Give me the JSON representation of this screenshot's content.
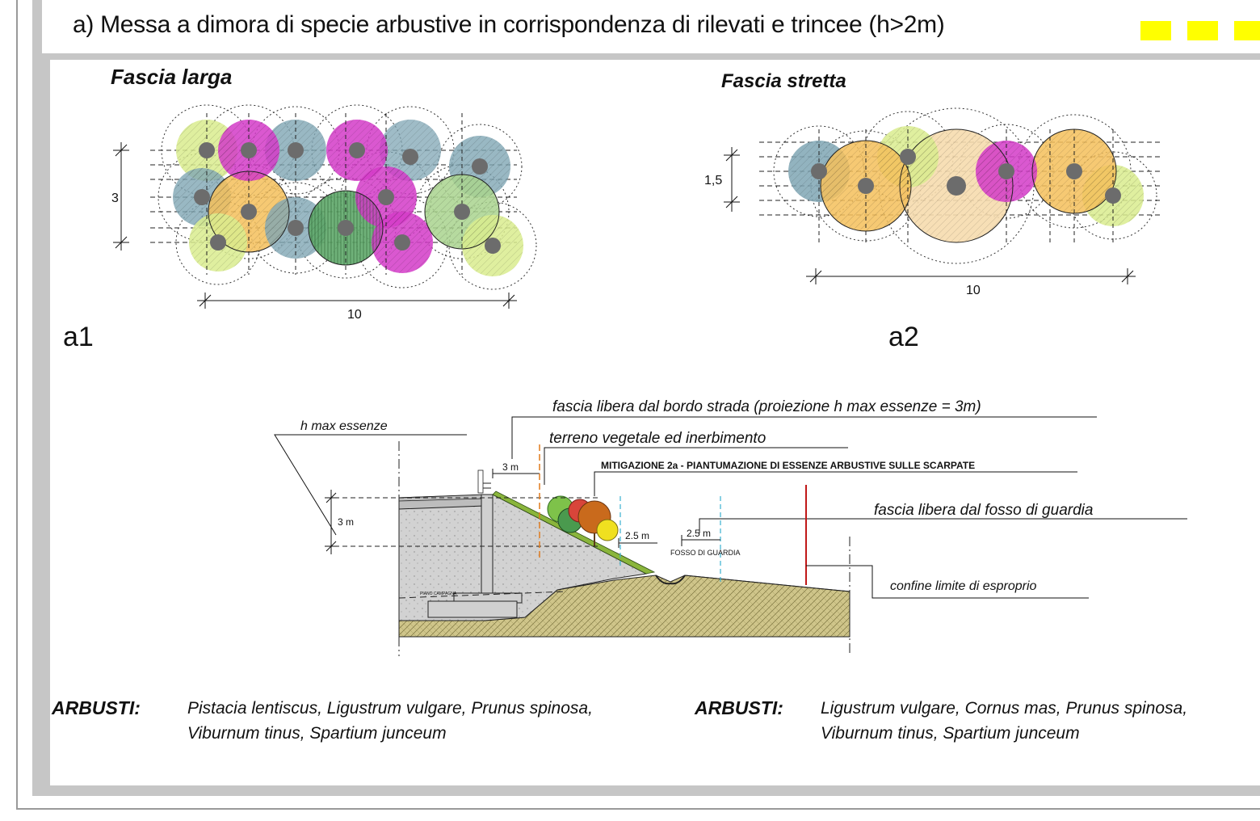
{
  "header": {
    "title": "a) Messa a dimora di specie arbustive in corrispondenza di rilevati e trincee (h>2m)"
  },
  "plan_a1": {
    "title": "Fascia larga",
    "label": "a1",
    "dim_height": "3",
    "dim_width": "10"
  },
  "plan_a2": {
    "title": "Fascia stretta",
    "label": "a2",
    "dim_height": "1,5",
    "dim_width": "10"
  },
  "section": {
    "h_max": "h max essenze",
    "fascia_bordo": "fascia libera dal bordo strada (proiezione h max essenze = 3m)",
    "terreno": "terreno vegetale ed inerbimento",
    "mitigazione": "MITIGAZIONE 2a - PIANTUMAZIONE DI ESSENZE ARBUSTIVE SULLE SCARPATE",
    "fascia_fosso": "fascia libera dal fosso di guardia",
    "confine": "confine limite di esproprio",
    "fosso": "FOSSO DI GUARDIA",
    "piano": "PIANO CAMPAGNA",
    "dim_3m_top": "3 m",
    "dim_3m_side": "3 m",
    "dim_25_a": "2.5 m",
    "dim_25_b": "2.5 m"
  },
  "legend_left": {
    "label": "ARBUSTI:",
    "line1": "Pistacia lentiscus, Ligustrum vulgare, Prunus spinosa,",
    "line2": "Viburnum tinus, Spartium junceum"
  },
  "legend_right": {
    "label": "ARBUSTI:",
    "line1": "Ligustrum vulgare, Cornus mas, Prunus spinosa,",
    "line2": "Viburnum tinus, Spartium junceum"
  },
  "colors": {
    "panel_gray": "#c6c6c6",
    "accent_yellow": "#ffff00",
    "lime": "#d6ec8c",
    "magenta": "#d43bc8",
    "teal": "#7fa6b4",
    "dark_green": "#5fa86a",
    "orange": "#f5c05a",
    "peach": "#f6dcae",
    "soil": "#cfc58a",
    "concrete": "#cfcfcf",
    "tree_trunk": "#6c6c6c"
  }
}
